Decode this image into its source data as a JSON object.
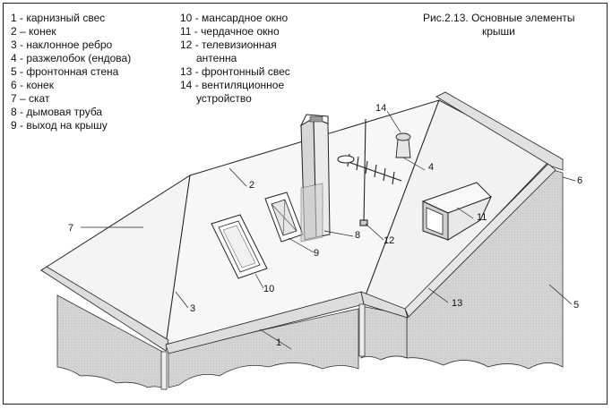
{
  "caption": {
    "figure": "Рис.2.13.",
    "title_line1": "Основные элементы",
    "title_line2": "крыши"
  },
  "legend_left": [
    {
      "num": "1",
      "sep": " - ",
      "text": "карнизный свес"
    },
    {
      "num": "2",
      "sep": " – ",
      "text": "конек"
    },
    {
      "num": "3",
      "sep": " - ",
      "text": "наклонное ребро"
    },
    {
      "num": "4",
      "sep": " - ",
      "text": "разжелобок (ендова)"
    },
    {
      "num": "5",
      "sep": " - ",
      "text": "фронтонная стена"
    },
    {
      "num": "6",
      "sep": " - ",
      "text": "конек"
    },
    {
      "num": "7",
      "sep": " – ",
      "text": "скат"
    },
    {
      "num": "8",
      "sep": " - ",
      "text": "дымовая труба"
    },
    {
      "num": "9",
      "sep": " - ",
      "text": "выход на крышу"
    }
  ],
  "legend_right": [
    {
      "num": "10",
      "sep": " - ",
      "text": "мансардное окно"
    },
    {
      "num": "11",
      "sep": " - ",
      "text": "чердачное окно"
    },
    {
      "num": "12",
      "sep": " - ",
      "text": "телевизионная"
    },
    {
      "num": "",
      "sep": "",
      "text": "антенна",
      "indent": true
    },
    {
      "num": "13",
      "sep": " - ",
      "text": "фронтонный свес"
    },
    {
      "num": "14",
      "sep": " - ",
      "text": "вентиляционное"
    },
    {
      "num": "",
      "sep": "",
      "text": "устройство",
      "indent": true
    }
  ],
  "callouts": [
    "1",
    "2",
    "3",
    "4",
    "5",
    "6",
    "7",
    "8",
    "9",
    "10",
    "11",
    "12",
    "13",
    "14"
  ]
}
